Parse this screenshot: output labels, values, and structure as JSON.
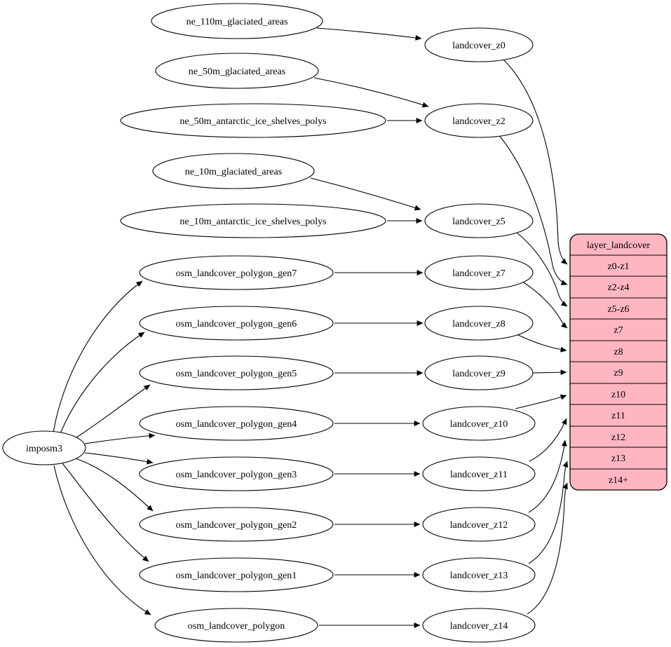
{
  "graph": {
    "root_node": "imposm3",
    "source_nodes": [
      "ne_110m_glaciated_areas",
      "ne_50m_glaciated_areas",
      "ne_50m_antarctic_ice_shelves_polys",
      "ne_10m_glaciated_areas",
      "ne_10m_antarctic_ice_shelves_polys",
      "osm_landcover_polygon_gen7",
      "osm_landcover_polygon_gen6",
      "osm_landcover_polygon_gen5",
      "osm_landcover_polygon_gen4",
      "osm_landcover_polygon_gen3",
      "osm_landcover_polygon_gen2",
      "osm_landcover_polygon_gen1",
      "osm_landcover_polygon"
    ],
    "transform_nodes": [
      "landcover_z0",
      "landcover_z2",
      "landcover_z5",
      "landcover_z7",
      "landcover_z8",
      "landcover_z9",
      "landcover_z10",
      "landcover_z11",
      "landcover_z12",
      "landcover_z13",
      "landcover_z14"
    ],
    "layer_table": {
      "header": "layer_landcover",
      "rows": [
        "z0-z1",
        "z2-z4",
        "z5-z6",
        "z7",
        "z8",
        "z9",
        "z10",
        "z11",
        "z12",
        "z13",
        "z14+"
      ]
    },
    "edges": [
      {
        "from": "imposm3",
        "to": "osm_landcover_polygon_gen7"
      },
      {
        "from": "imposm3",
        "to": "osm_landcover_polygon_gen6"
      },
      {
        "from": "imposm3",
        "to": "osm_landcover_polygon_gen5"
      },
      {
        "from": "imposm3",
        "to": "osm_landcover_polygon_gen4"
      },
      {
        "from": "imposm3",
        "to": "osm_landcover_polygon_gen3"
      },
      {
        "from": "imposm3",
        "to": "osm_landcover_polygon_gen2"
      },
      {
        "from": "imposm3",
        "to": "osm_landcover_polygon_gen1"
      },
      {
        "from": "imposm3",
        "to": "osm_landcover_polygon"
      },
      {
        "from": "ne_110m_glaciated_areas",
        "to": "landcover_z0"
      },
      {
        "from": "ne_50m_glaciated_areas",
        "to": "landcover_z2"
      },
      {
        "from": "ne_50m_antarctic_ice_shelves_polys",
        "to": "landcover_z2"
      },
      {
        "from": "ne_10m_glaciated_areas",
        "to": "landcover_z5"
      },
      {
        "from": "ne_10m_antarctic_ice_shelves_polys",
        "to": "landcover_z5"
      },
      {
        "from": "osm_landcover_polygon_gen7",
        "to": "landcover_z7"
      },
      {
        "from": "osm_landcover_polygon_gen6",
        "to": "landcover_z8"
      },
      {
        "from": "osm_landcover_polygon_gen5",
        "to": "landcover_z9"
      },
      {
        "from": "osm_landcover_polygon_gen4",
        "to": "landcover_z10"
      },
      {
        "from": "osm_landcover_polygon_gen3",
        "to": "landcover_z11"
      },
      {
        "from": "osm_landcover_polygon_gen2",
        "to": "landcover_z12"
      },
      {
        "from": "osm_landcover_polygon_gen1",
        "to": "landcover_z13"
      },
      {
        "from": "osm_landcover_polygon",
        "to": "landcover_z14"
      },
      {
        "from": "landcover_z0",
        "to": "layer_landcover.z0-z1"
      },
      {
        "from": "landcover_z2",
        "to": "layer_landcover.z2-z4"
      },
      {
        "from": "landcover_z5",
        "to": "layer_landcover.z5-z6"
      },
      {
        "from": "landcover_z7",
        "to": "layer_landcover.z7"
      },
      {
        "from": "landcover_z8",
        "to": "layer_landcover.z8"
      },
      {
        "from": "landcover_z9",
        "to": "layer_landcover.z9"
      },
      {
        "from": "landcover_z10",
        "to": "layer_landcover.z10"
      },
      {
        "from": "landcover_z11",
        "to": "layer_landcover.z11"
      },
      {
        "from": "landcover_z12",
        "to": "layer_landcover.z12"
      },
      {
        "from": "landcover_z13",
        "to": "layer_landcover.z13"
      },
      {
        "from": "landcover_z14",
        "to": "layer_landcover.z14+"
      }
    ]
  },
  "colors": {
    "background": "#ffffff",
    "node_fill": "#ffffff",
    "table_fill": "#ffb6c1",
    "stroke": "#000000"
  }
}
